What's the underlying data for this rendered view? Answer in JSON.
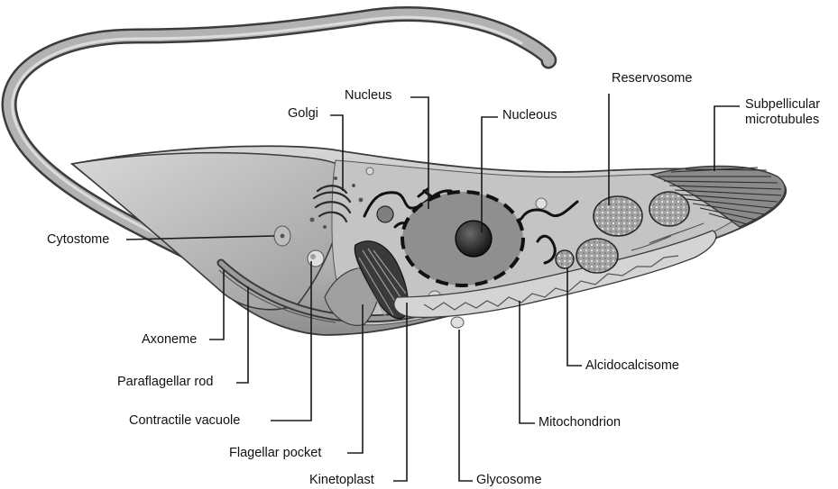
{
  "labels": {
    "golgi": "Golgi",
    "nucleus": "Nucleus",
    "nucleolus": "Nucleous",
    "reservosome": "Reservosome",
    "subpellicular_line1": "Subpellicular",
    "subpellicular_line2": "microtubules",
    "cytostome": "Cytostome",
    "axoneme": "Axoneme",
    "paraflagellar_rod": "Paraflagellar rod",
    "contractile_vacuole": "Contractile vacuole",
    "flagellar_pocket": "Flagellar pocket",
    "kinetoplast": "Kinetoplast",
    "glycosome": "Glycosome",
    "mitochondrion": "Mitochondrion",
    "acidocalcisome": "Alcidocalcisome"
  },
  "colors": {
    "background": "#ffffff",
    "cell_body": "#b9b9b9",
    "cell_body_light": "#d2d2d2",
    "flagellum": "#a8a8a8",
    "outline": "#3a3a3a",
    "nucleus_fill": "#8f8f8f",
    "nucleolus_fill": "#1b1b1b",
    "reservosome_fill": "#9d9d9d",
    "text": "#111111"
  }
}
